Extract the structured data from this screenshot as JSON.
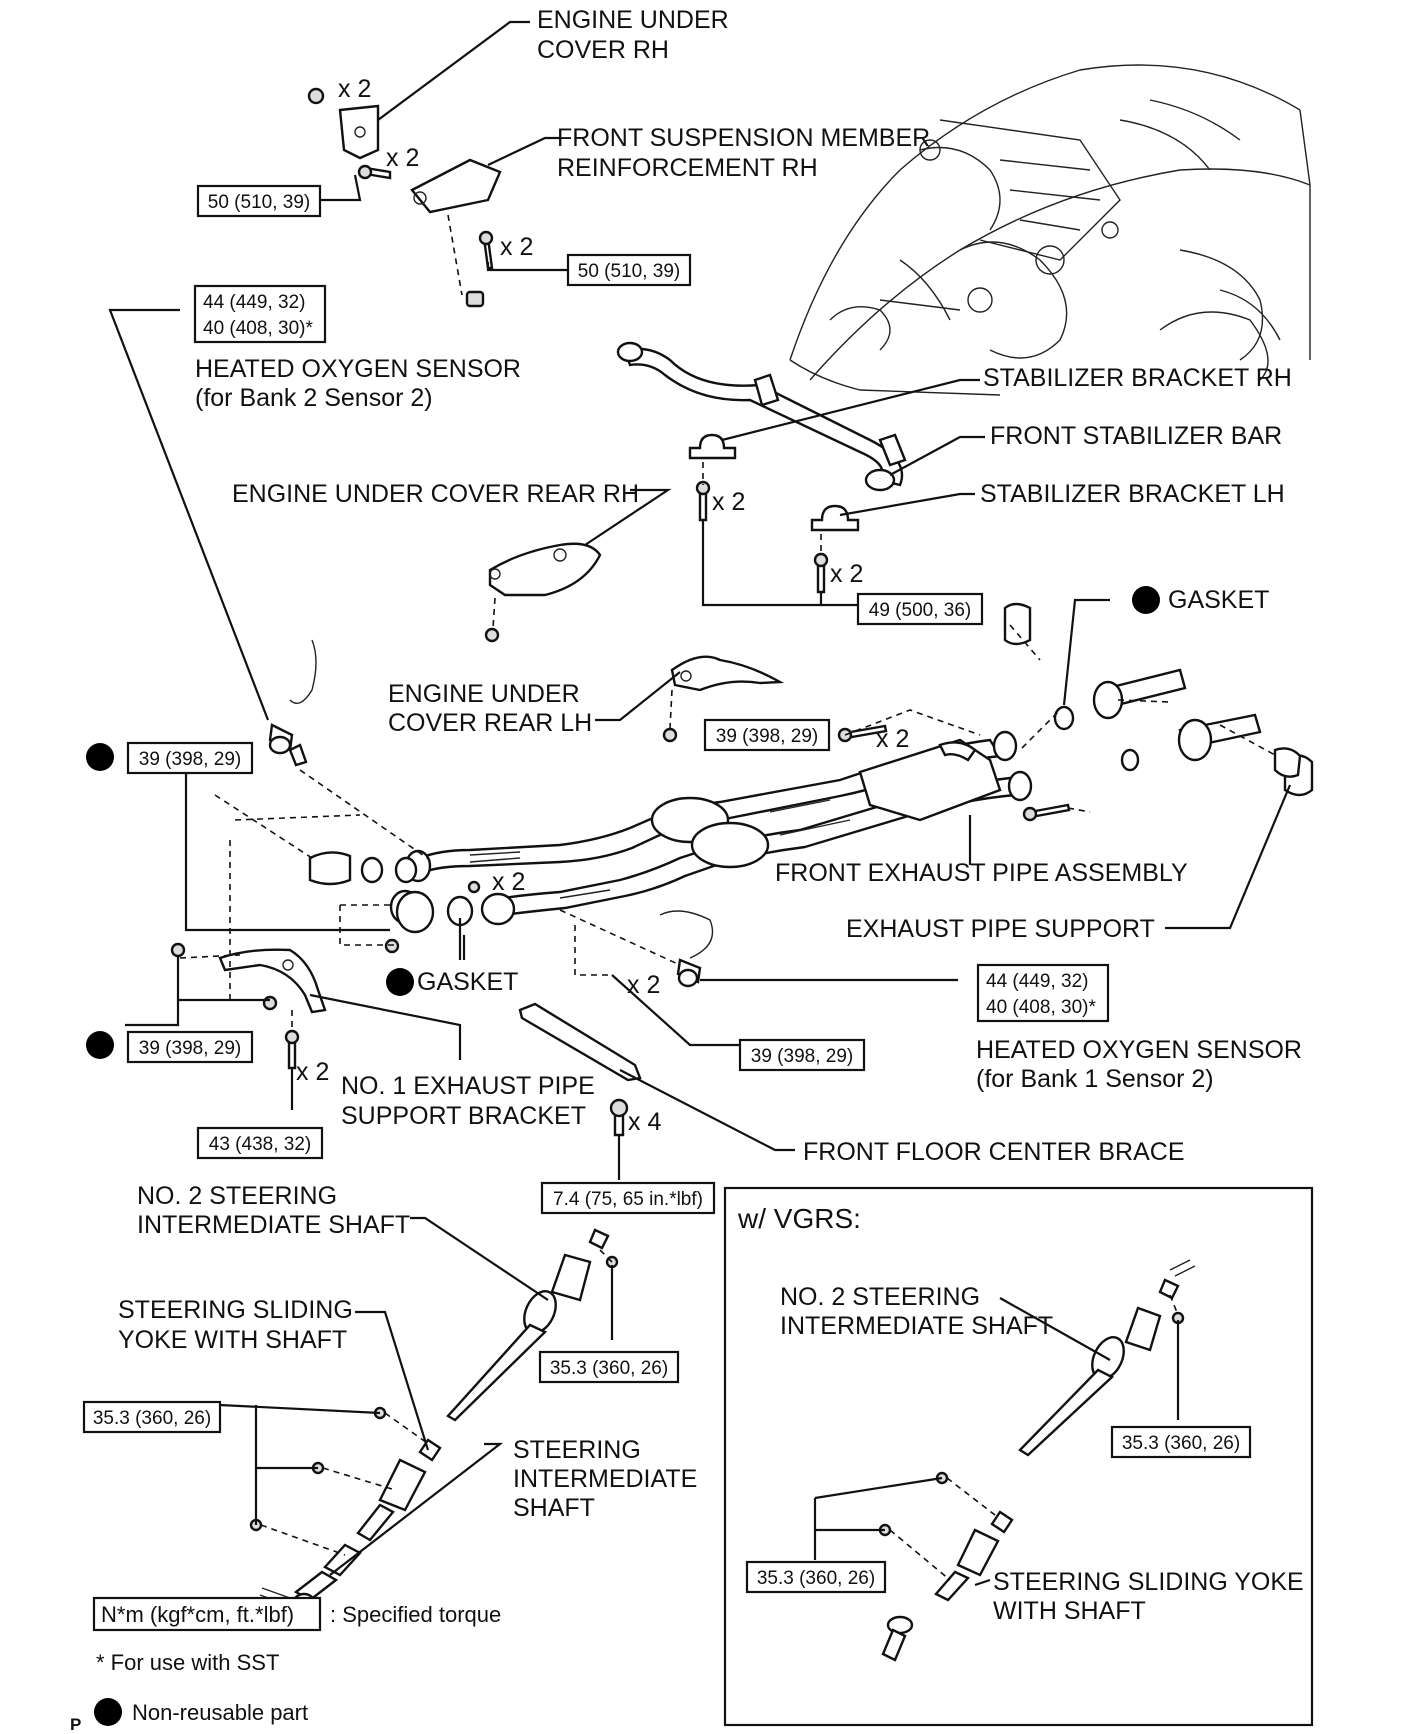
{
  "labels": {
    "engine_under_cover_rh": [
      "ENGINE UNDER",
      "COVER RH"
    ],
    "front_susp_member_reinf_rh": [
      "FRONT SUSPENSION MEMBER",
      "REINFORCEMENT RH"
    ],
    "heated_o2_bank2": [
      "HEATED OXYGEN SENSOR",
      "(for Bank 2 Sensor 2)"
    ],
    "stabilizer_bracket_rh": "STABILIZER BRACKET RH",
    "front_stabilizer_bar": "FRONT STABILIZER BAR",
    "stabilizer_bracket_lh": "STABILIZER BRACKET LH",
    "engine_under_cover_rear_rh": "ENGINE UNDER COVER REAR RH",
    "gasket_top": "GASKET",
    "engine_under_cover_rear_lh": [
      "ENGINE UNDER",
      "COVER REAR LH"
    ],
    "front_exhaust_pipe_assy": "FRONT EXHAUST PIPE ASSEMBLY",
    "exhaust_pipe_support": "EXHAUST PIPE SUPPORT",
    "gasket_mid": "GASKET",
    "heated_o2_bank1": [
      "HEATED OXYGEN SENSOR",
      "(for Bank 1 Sensor 2)"
    ],
    "no1_exhaust_support_bracket": [
      "NO. 1 EXHAUST PIPE",
      "SUPPORT BRACKET"
    ],
    "front_floor_center_brace": "FRONT FLOOR CENTER BRACE",
    "no2_steering_int_shaft": [
      "NO. 2 STEERING",
      "INTERMEDIATE SHAFT"
    ],
    "steering_sliding_yoke": [
      "STEERING SLIDING",
      "YOKE WITH SHAFT"
    ],
    "steering_int_shaft": [
      "STEERING",
      "INTERMEDIATE",
      "SHAFT"
    ],
    "vgrs_title": "w/ VGRS:",
    "vgrs_no2_shaft": [
      "NO. 2 STEERING",
      "INTERMEDIATE SHAFT"
    ],
    "vgrs_sliding_yoke": [
      "STEERING SLIDING YOKE",
      "WITH SHAFT"
    ]
  },
  "multipliers": [
    "x 2",
    "x 2",
    "x 2",
    "x 2",
    "x 2",
    "x 2",
    "x 2",
    "x 2",
    "x 2",
    "x 4"
  ],
  "torques": {
    "t1": "50 (510, 39)",
    "t2": "50 (510, 39)",
    "t3": [
      "44 (449, 32)",
      "40 (408, 30)*"
    ],
    "t4": "49 (500, 36)",
    "t5": "39 (398, 29)",
    "t6": "39 (398, 29)",
    "t7": "39 (398, 29)",
    "t8": [
      "44 (449, 32)",
      "40 (408, 30)*"
    ],
    "t9": "39 (398, 29)",
    "t10": "43 (438, 32)",
    "t11": "7.4 (75, 65 in.*lbf)",
    "t12": "35.3 (360, 26)",
    "t13": "35.3 (360, 26)",
    "t14": "35.3 (360, 26)",
    "t15": "35.3 (360, 26)"
  },
  "legend": {
    "torque_box": "N*m (kgf*cm, ft.*lbf)",
    "torque_text": ": Specified torque",
    "sst_note": "* For use with SST",
    "nonreusable": "Non-reusable part"
  },
  "corner_mark": "P"
}
